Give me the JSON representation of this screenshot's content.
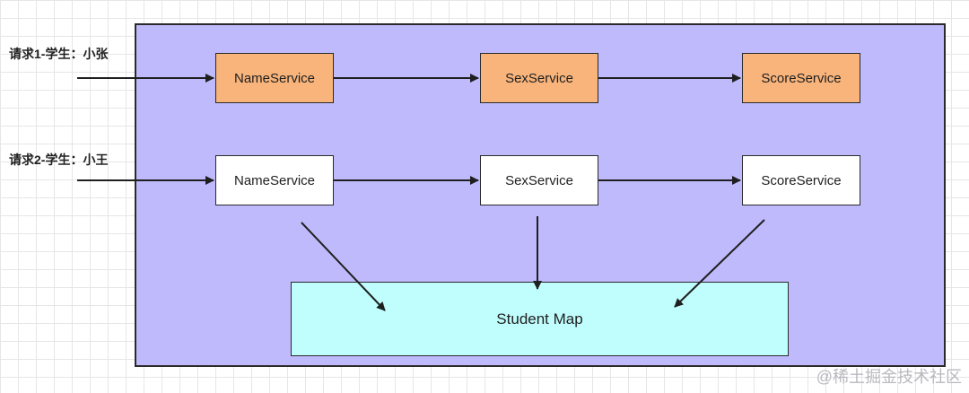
{
  "requests": [
    {
      "label": "请求1-学生：小张",
      "services": [
        "NameService",
        "SexService",
        "ScoreService"
      ],
      "highlight_color": "#f8b47b"
    },
    {
      "label": "请求2-学生：小王",
      "services": [
        "NameService",
        "SexService",
        "ScoreService"
      ],
      "highlight_color": "#ffffff"
    }
  ],
  "shared_store": {
    "label": "Student Map",
    "color": "#c0fdfd"
  },
  "container_color": "#bfbafc",
  "watermark": "@稀土掘金技术社区"
}
